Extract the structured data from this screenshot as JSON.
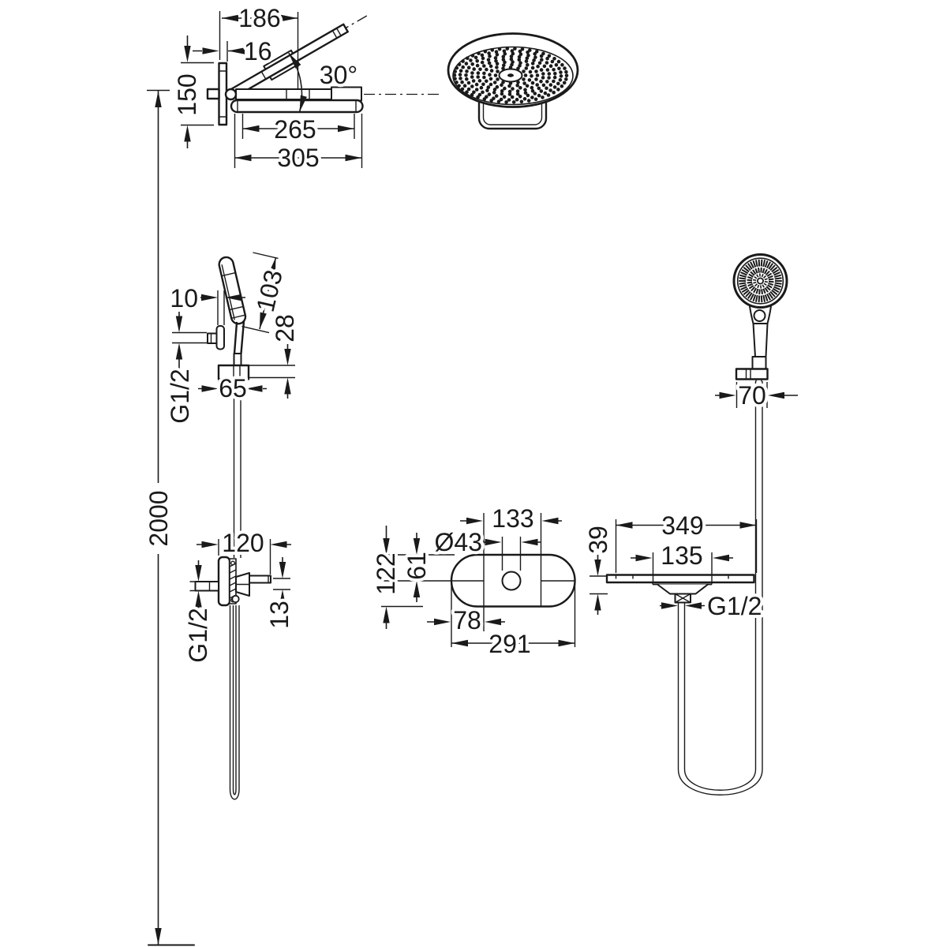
{
  "figure": {
    "type": "technical-dimension-drawing",
    "subject": "wall-mounted shower system with overhead shower, hand shower, valve trim plate and shelf",
    "line_color": "#1a1a1a",
    "background": "#ffffff"
  },
  "dims": {
    "overhead_side": {
      "arm_reach": "186",
      "wall_plate": "16",
      "tilt_angle": "30°",
      "plate_height": "150",
      "head_face": "265",
      "head_total": "305"
    },
    "hand_shower_side": {
      "wall_offset": "10",
      "head_length": "103",
      "holder_height": "28",
      "holder_depth": "65",
      "supply_thread": "G1/2"
    },
    "rail_height": "2000",
    "valve_side": {
      "valve_width": "120",
      "handle_offset": "13",
      "supply_thread": "G1/2"
    },
    "trim_plate": {
      "center_width": "133",
      "hole_dia": "Ø43",
      "half_height": "61",
      "height": "122",
      "end_offset": "78",
      "length": "291"
    },
    "front_view": {
      "holder_width": "70",
      "shelf_width": "349",
      "shelf_height": "39",
      "recess_width": "135",
      "hose_thread": "G1/2"
    }
  }
}
